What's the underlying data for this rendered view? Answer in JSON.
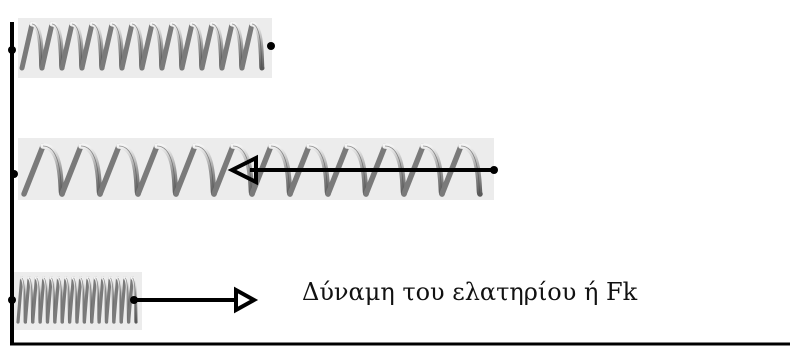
{
  "diagram": {
    "force_label": "Δύναμη του ελατηρίου ή Fk",
    "colors": {
      "ink": "#000000",
      "spring_light": "#dcdcdc",
      "spring_dark": "#6e6e6e",
      "spring_bg": "#e6e6e6"
    },
    "springs": [
      {
        "name": "spring-natural-length",
        "coils": 12
      },
      {
        "name": "spring-stretched",
        "coils": 12,
        "force_arrow": "left"
      },
      {
        "name": "spring-compressed",
        "coils": 16,
        "force_arrow": "right"
      }
    ]
  }
}
